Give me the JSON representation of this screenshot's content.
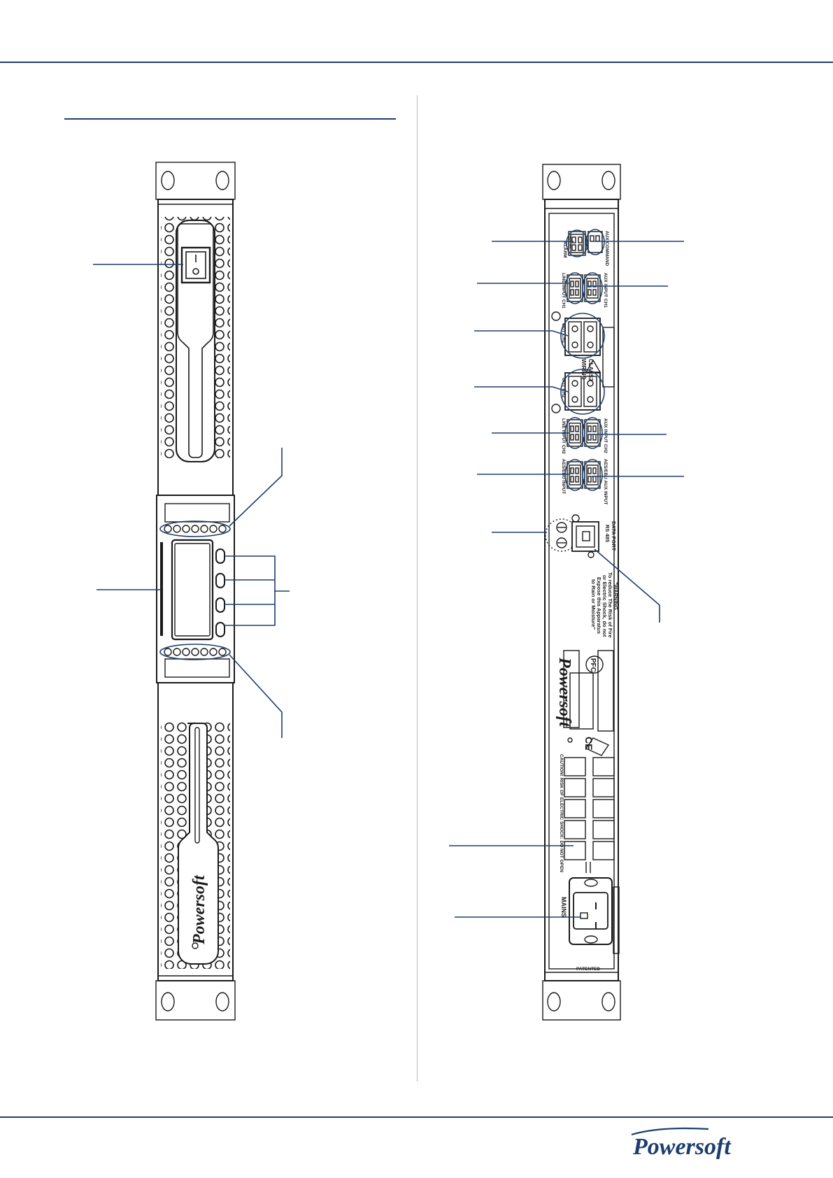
{
  "colors": {
    "rule": "#1d3e6e",
    "callout": "#1d3e6e",
    "drawing": "#1a1a1a",
    "panel_fill": "#ffffff"
  },
  "front_panel": {
    "brand": "Powersoft"
  },
  "rear_panel": {
    "alarm_label": "ALARM",
    "alarm_ch_label": "CH2  CH1",
    "aux_command_label": "AUX COMMAND",
    "line_input_ch1": "LINE INPUT CH1",
    "aux_input_ch1": "AUX INPUT CH1",
    "out_ch1": "OUT CH1",
    "out_ch2": "OUT CH2",
    "class2_label": "CLASS2",
    "wiring_label": "WIRING",
    "line_input_ch2": "LINE INPUT CH2",
    "aux_input_ch2": "AUX INPUT CH2",
    "aesebu_input_1": "AES/EBU INPUT",
    "aesebu_input_2": "AES/EBU AUX INPUT",
    "rs485_label": "RS 485",
    "data_port_label": "DATA PORT",
    "warning_lines": [
      "\"WARNING",
      "To reduce The Risk of Fire",
      "or Electric Shock, do not",
      "Expose this Apparatus",
      "to Rain or Moisture\""
    ],
    "brand": "Powersoft",
    "pfc_label": "PFC",
    "ce_label": "CE",
    "caution_label": "CAUTION! RISK OF ELECTRIC SHOCK: DO NOT OPEN",
    "mains_label": "MAINS",
    "patented_label": "PATENTED"
  },
  "footer": {
    "logo_text": "Powersoft"
  }
}
